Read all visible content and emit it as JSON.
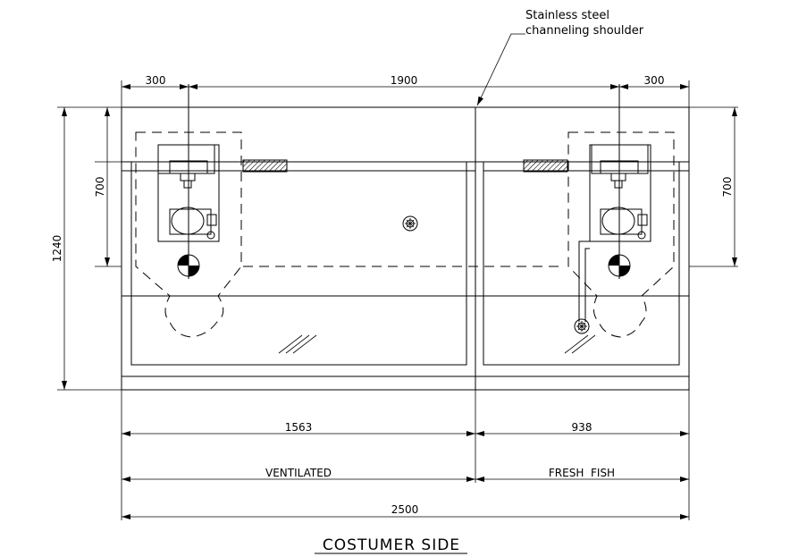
{
  "annotation": {
    "line1": "Stainless steel",
    "line2": "channeling shoulder"
  },
  "dimensions": {
    "top_left": "300",
    "top_middle": "1900",
    "top_right": "300",
    "left_height_total": "1240",
    "left_height_part": "700",
    "right_height_part": "700",
    "bottom_ventilated_length": "1563",
    "bottom_fresh_fish_length": "938",
    "overall_length": "2500"
  },
  "sections": {
    "left_label": "VENTILATED",
    "right_label": "FRESH  FISH"
  },
  "view_title": "COSTUMER SIDE"
}
